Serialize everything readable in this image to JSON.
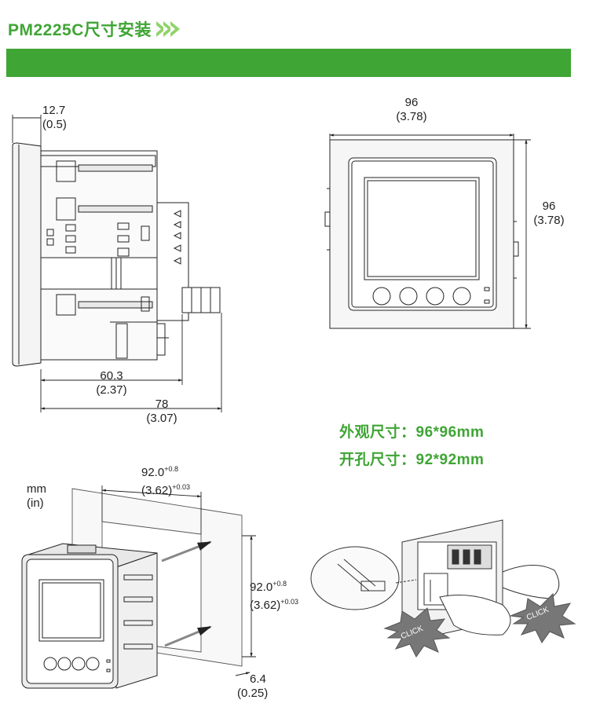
{
  "header": {
    "title": "PM2225C尺寸安装",
    "bar_color": "#3fa535",
    "icon": "double-chevron-right-icon"
  },
  "side_view": {
    "front_depth": "12.7",
    "front_depth_in": "(0.5)",
    "body_depth": "60.3",
    "body_depth_in": "(2.37)",
    "total_depth": "78",
    "total_depth_in": "(3.07)"
  },
  "front_view": {
    "width": "96",
    "width_in": "(3.78)",
    "height": "96",
    "height_in": "(3.78)",
    "button_count": 4
  },
  "specs": {
    "outer_size": "外观尺寸：96*96mm",
    "cutout_size": "开孔尺寸：92*92mm"
  },
  "mounting": {
    "units": "mm",
    "units_in": "(in)",
    "cutout_w": "92.0",
    "cutout_w_tol": "+0.8",
    "cutout_w_in": "(3.62)",
    "cutout_w_in_tol": "+0.03",
    "cutout_h": "92.0",
    "cutout_h_tol": "+0.8",
    "cutout_h_in": "(3.62)",
    "cutout_h_in_tol": "+0.03",
    "panel_thickness": "6.4",
    "panel_thickness_in": "(0.25)"
  },
  "clip_install": {
    "click_left": "CLICK",
    "click_right": "CLICK"
  }
}
